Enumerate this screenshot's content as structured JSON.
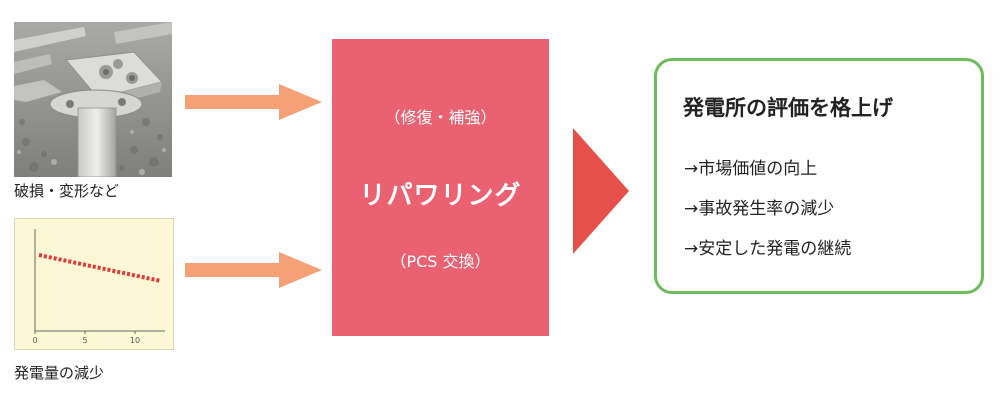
{
  "inputs": {
    "damage_caption": "破損・変形など",
    "power_caption": "発電量の減少",
    "mini_chart_ticks": [
      "0",
      "5",
      "10"
    ]
  },
  "center": {
    "subtitle_top": "（修復・補強）",
    "title": "リパワリング",
    "subtitle_bottom": "（PCS 交換）"
  },
  "result": {
    "title": "発電所の評価を格上げ",
    "items": [
      "→市場価値の向上",
      "→事故発生率の減少",
      "→安定した発電の継続"
    ]
  },
  "colors": {
    "feed_arrow": "#f5a077",
    "center_box": "#ea6271",
    "big_arrow": "#e7504a",
    "result_border": "#6dbb5c",
    "trend_line": "#e03a3a",
    "mini_chart_bg": "#fcf8d6"
  },
  "icons": {
    "photo": "damaged-solar-mount-photo",
    "feed_arrow": "right-arrow",
    "big_arrow": "right-triangle"
  }
}
